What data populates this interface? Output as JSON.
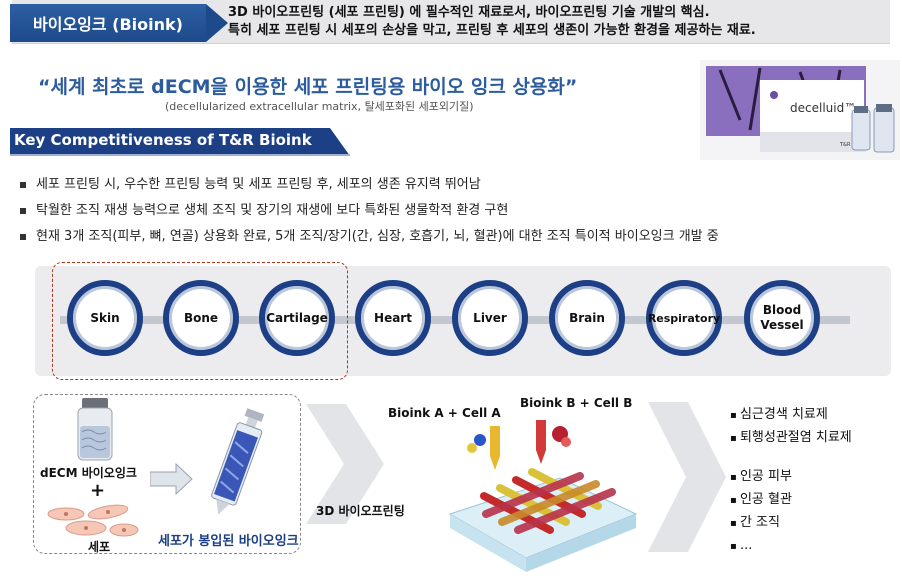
{
  "header": {
    "tag": "바이오잉크 (Bioink)",
    "desc_line1": "3D 바이오프린팅 (세포 프린팅) 에 필수적인 재료로서, 바이오프린팅 기술 개발의 핵심.",
    "desc_line2": "특히 세포 프린팅 시 세포의 손상을 막고, 프린팅 후 세포의 생존이 가능한 환경을 제공하는 재료."
  },
  "title": {
    "main": "“세계 최초로 dECM을 이용한 세포 프린팅용 바이오 잉크 상용화”",
    "sub": "(decellularized extracellular matrix, 탈세포화된 세포외기질)"
  },
  "product": {
    "brand": "decelluid™",
    "box_label": "T&R BIOFAB"
  },
  "key_competitiveness": {
    "heading": "Key Competitiveness  of T&R Bioink",
    "bullets": [
      "세포 프린팅 시, 우수한 프린팅 능력 및 세포 프린팅 후, 세포의 생존 유지력 뛰어남",
      "탁월한 조직 재생 능력으로 생체 조직 및 장기의 재생에 보다 특화된 생물학적 환경 구현",
      "현재 3개 조직(피부, 뼈, 연골) 상용화 완료, 5개 조직/장기(간, 심장, 호흡기, 뇌, 혈관)에 대한 조직 특이적 바이오잉크  개발 중"
    ]
  },
  "tissues": [
    {
      "label": "Skin"
    },
    {
      "label": "Bone"
    },
    {
      "label": "Cartilage"
    },
    {
      "label": "Heart"
    },
    {
      "label": "Liver"
    },
    {
      "label": "Brain"
    },
    {
      "label": "Respiratory"
    },
    {
      "label": "Blood Vessel"
    }
  ],
  "process": {
    "decm_label": "dECM 바이오잉크",
    "plus": "+",
    "cell_label": "세포",
    "syringe_label": "세포가 봉입된 바이오잉크",
    "printing_label": "3D 바이오프린팅",
    "bioink_a": "Bioink A + Cell A",
    "bioink_b": "Bioink B + Cell B"
  },
  "applications": {
    "group1": [
      "심근경색 치료제",
      "퇴행성관절염 치료제"
    ],
    "group2": [
      "인공 피부",
      "인공 혈관",
      "간 조직",
      "..."
    ]
  },
  "colors": {
    "primary_blue": "#1c3f86",
    "title_blue": "#2c5c9d",
    "accent_red": "#b0321e"
  }
}
